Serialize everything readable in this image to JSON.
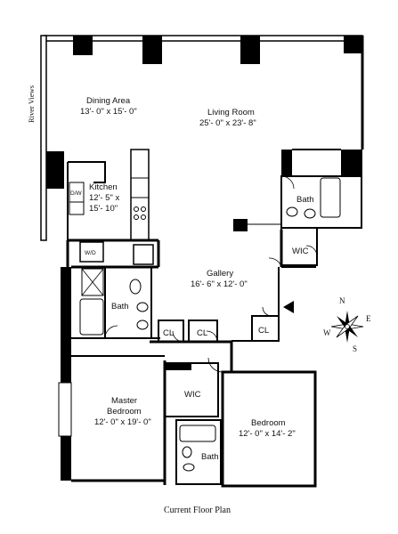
{
  "side_label": "River Views",
  "caption": "Current Floor Plan",
  "rooms": {
    "dining": {
      "name": "Dining Area",
      "dims": "13'- 0\" x 15'- 0\""
    },
    "living": {
      "name": "Living Room",
      "dims": "25'- 0\" x 23'- 8\""
    },
    "kitchen": {
      "name": "Kitchen",
      "dims_line1": "12'- 5\" x",
      "dims_line2": "15'- 10\""
    },
    "bath_upper": {
      "name": "Bath"
    },
    "wic_upper": {
      "name": "WIC"
    },
    "gallery": {
      "name": "Gallery",
      "dims": "16'- 6\" x 12'- 0\""
    },
    "bath_master": {
      "name": "Bath"
    },
    "cl_1": {
      "name": "CL"
    },
    "cl_2": {
      "name": "CL"
    },
    "cl_3": {
      "name": "CL"
    },
    "master": {
      "name": "Master",
      "name2": "Bedroom",
      "dims": "12'- 0\" x 19'- 0\""
    },
    "wic_master": {
      "name": "WIC"
    },
    "bedroom": {
      "name": "Bedroom",
      "dims": "12'- 0\" x 14'- 2\""
    },
    "bath_lower": {
      "name": "Bath"
    }
  },
  "appliances": {
    "dw": "D/W",
    "wd": "W/D"
  },
  "compass": {
    "n": "N",
    "s": "S",
    "e": "E",
    "w": "W"
  }
}
